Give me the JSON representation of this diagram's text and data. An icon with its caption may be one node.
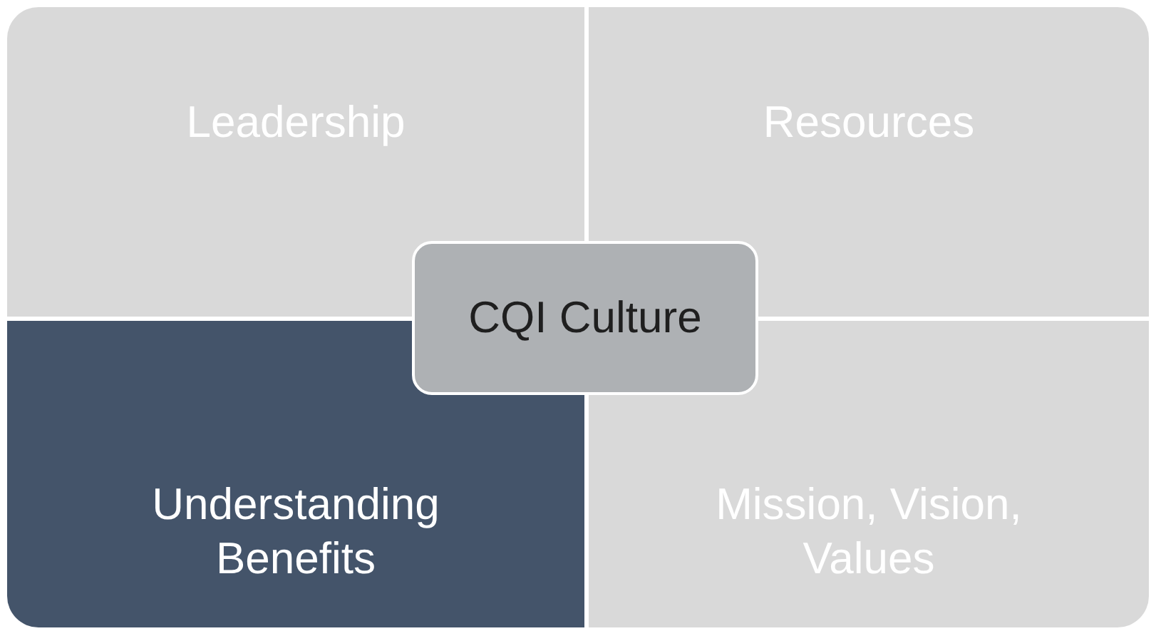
{
  "diagram": {
    "nodes": [
      {
        "text": [
          "Leadership"
        ]
      },
      {
        "text": [
          "Resources"
        ]
      },
      {
        "text": [
          "CQI Culture"
        ]
      },
      {
        "text": [
          "Understanding Benefits"
        ]
      },
      {
        "text": [
          "Mission, Vision, Values"
        ]
      }
    ]
  }
}
